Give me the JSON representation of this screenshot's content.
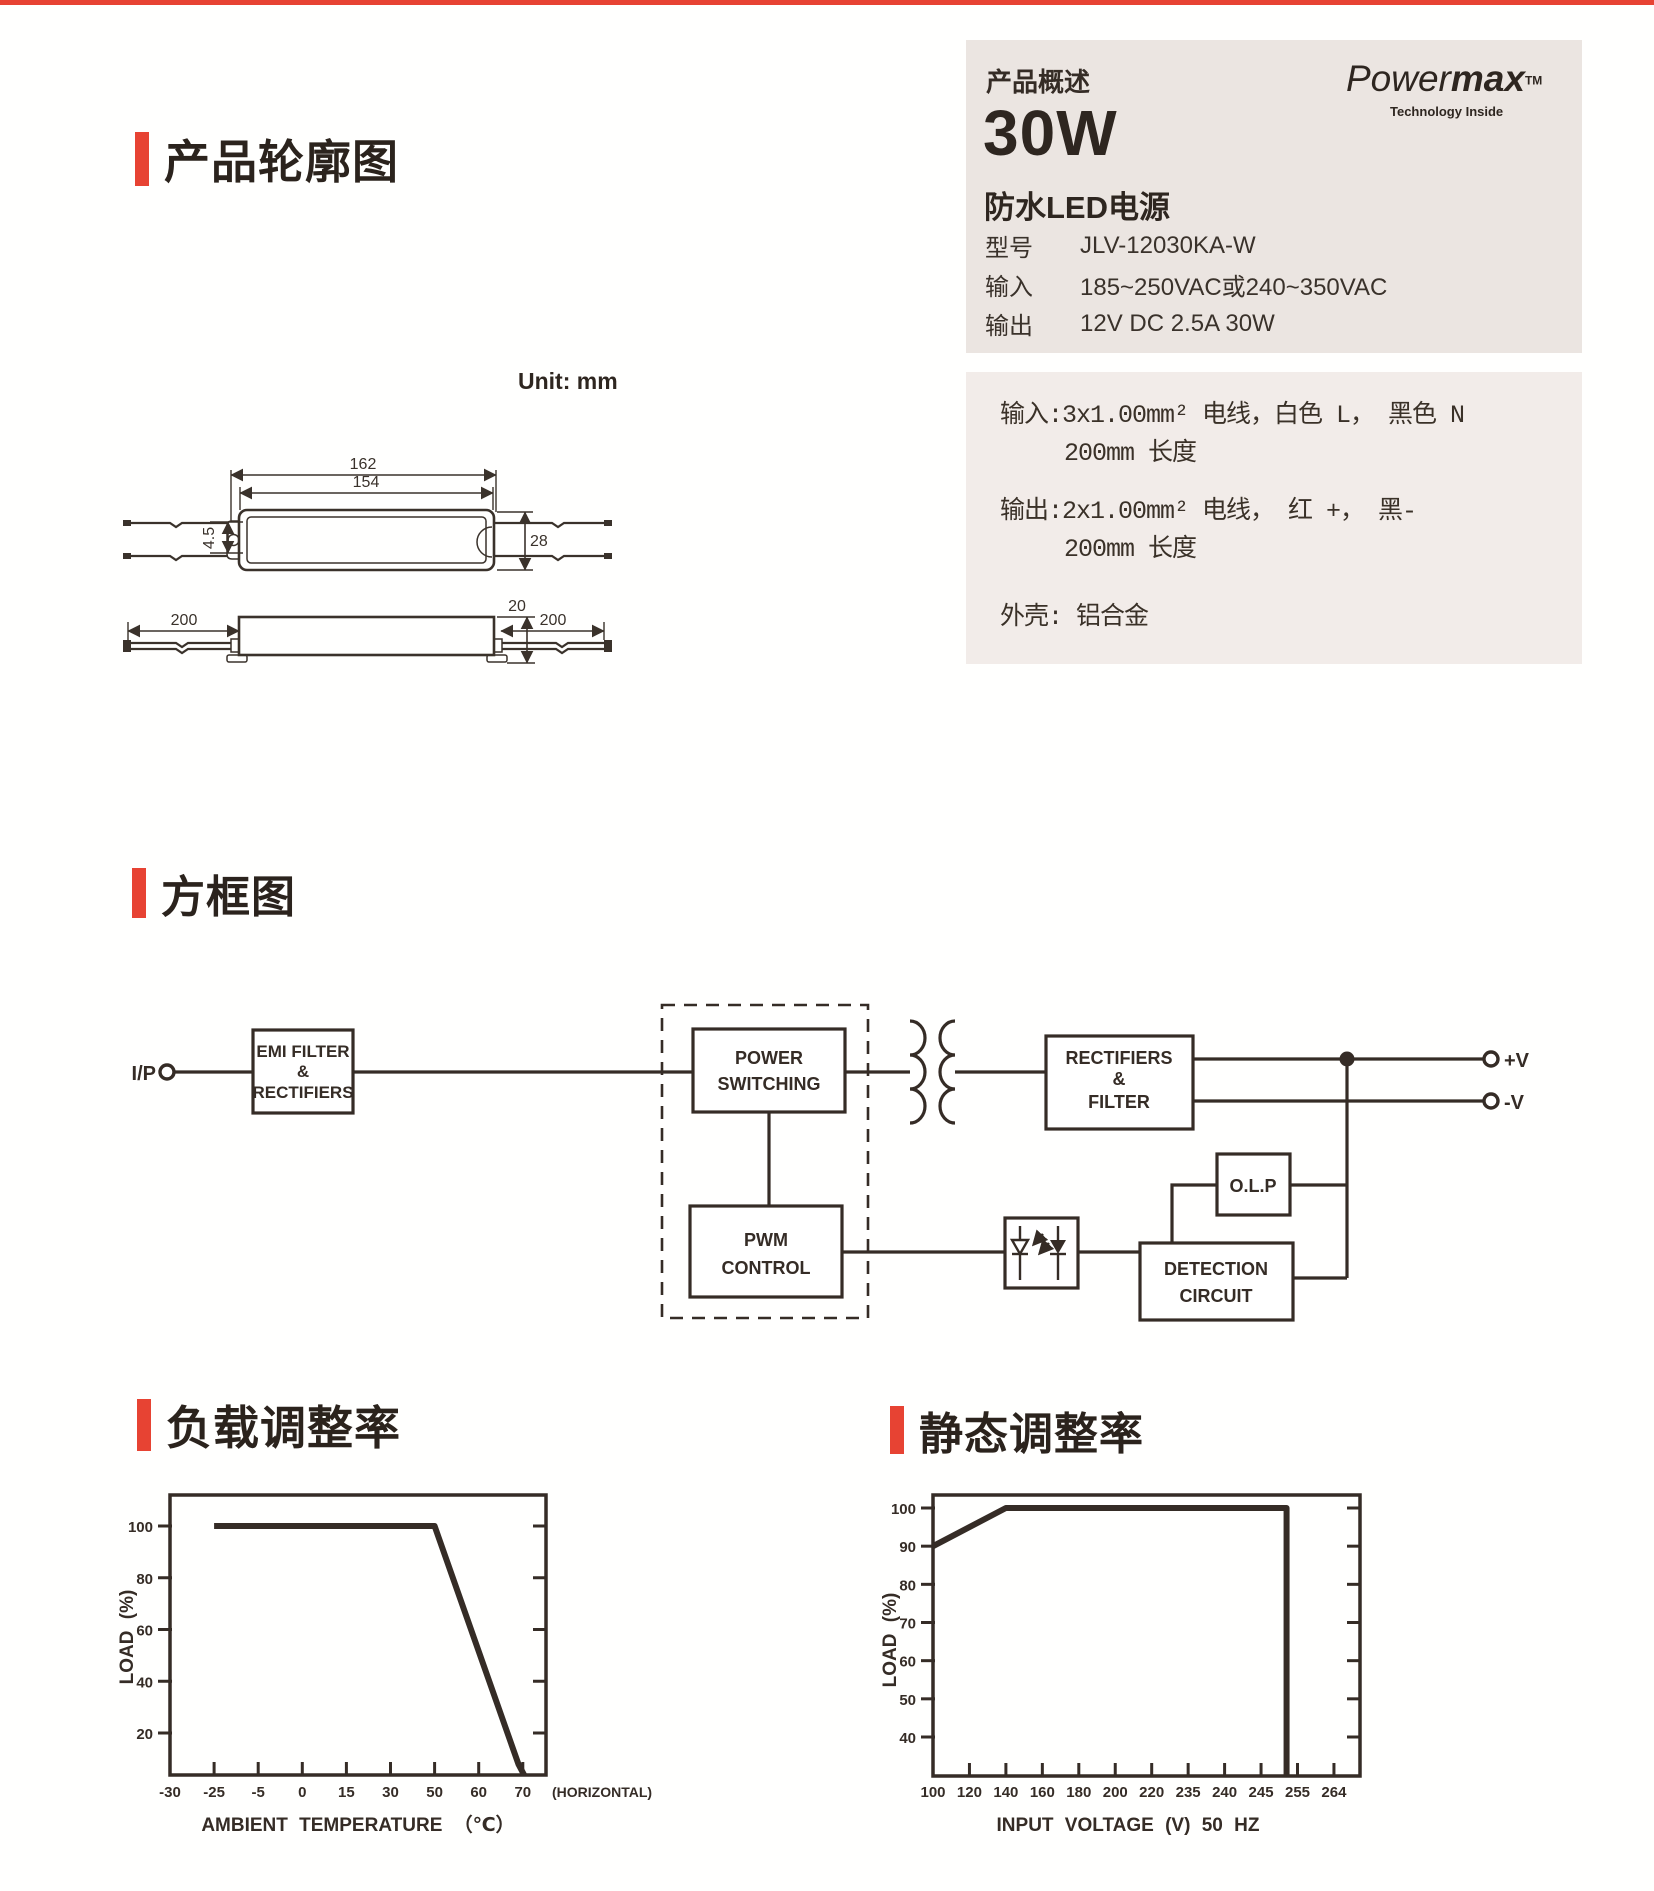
{
  "page": {
    "accent_color": "#e74333",
    "ink_color": "#352c26",
    "box1_color": "#ebe5e1",
    "box2_color": "#f2ece9"
  },
  "sections": {
    "outline_title": "产品轮廓图",
    "block_title": "方框图",
    "load_title": "负载调整率",
    "static_title": "静态调整率"
  },
  "overview": {
    "header": "产品概述",
    "brand": {
      "name_light": "Power",
      "name_bold": "max",
      "tm": "TM",
      "tagline": "Technology Inside"
    },
    "wattage": "30W",
    "product_type": "防水LED电源",
    "rows": [
      {
        "label": "型号",
        "value": "JLV-12030KA-W"
      },
      {
        "label": "输入",
        "value": "185~250VAC或240~350VAC"
      },
      {
        "label": "输出",
        "value": "12V DC 2.5A 30W"
      }
    ]
  },
  "wire_info": {
    "input_line1": "输入:3x1.00mm² 电线，白色 L， 黑色 N",
    "input_line2": "200mm 长度",
    "output_line1": "输出:2x1.00mm² 电线， 红 +， 黑-",
    "output_line2": "200mm 长度",
    "case_line": "外壳: 铝合金"
  },
  "outline": {
    "unit_label": "Unit: mm",
    "dims": {
      "d162": "162",
      "d154": "154",
      "d45": "4.5",
      "d28": "28",
      "d20": "20",
      "d200_left": "200",
      "d200_right": "200"
    }
  },
  "diagram": {
    "input_label": "I/P",
    "emi_lines": [
      "EMI FILTER",
      "&",
      "RECTIFIERS"
    ],
    "power_lines": [
      "POWER",
      "SWITCHING"
    ],
    "pwm_lines": [
      "PWM",
      "CONTROL"
    ],
    "rect_lines": [
      "RECTIFIERS",
      "&",
      "FILTER"
    ],
    "olp_label": "O.L.P",
    "detection_lines": [
      "DETECTION",
      "CIRCUIT"
    ],
    "out_pos": "+V",
    "out_neg": "-V"
  },
  "chart_data": [
    {
      "type": "line",
      "title": "负载调整率",
      "xlabel": "AMBIENT TEMPERATURE （℃）",
      "ylabel": "LOAD (%)",
      "x_suffix": "(HORIZONTAL)",
      "xticks": [
        "-30",
        "-25",
        "-5",
        "0",
        "15",
        "30",
        "50",
        "60",
        "70"
      ],
      "yticks": [
        100,
        80,
        60,
        40,
        20
      ],
      "ylim": [
        0,
        110
      ],
      "grid": false,
      "series": [
        {
          "name": "load_vs_temperature",
          "points": [
            {
              "x": -25,
              "load": 100
            },
            {
              "x": 50,
              "load": 100
            },
            {
              "x": 70,
              "load": 5
            }
          ]
        }
      ]
    },
    {
      "type": "line",
      "title": "静态调整率",
      "xlabel": "INPUT VOLTAGE (V) 50 HZ",
      "ylabel": "LOAD (%)",
      "xticks": [
        "100",
        "120",
        "140",
        "160",
        "180",
        "200",
        "220",
        "235",
        "240",
        "245",
        "255",
        "264"
      ],
      "yticks": [
        100,
        90,
        80,
        70,
        60,
        50,
        40
      ],
      "ylim": [
        30,
        105
      ],
      "grid": false,
      "series": [
        {
          "name": "load_vs_input_voltage",
          "points": [
            {
              "x": 100,
              "load": 90
            },
            {
              "x": 140,
              "load": 100
            },
            {
              "x": 250,
              "load": 100
            },
            {
              "x": 250,
              "load": 0
            }
          ]
        }
      ]
    }
  ]
}
